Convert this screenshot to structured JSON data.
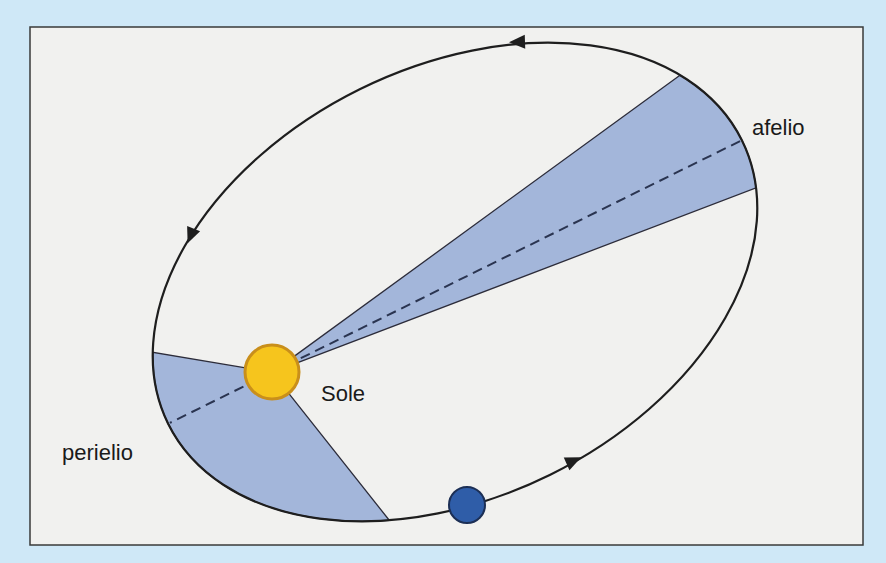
{
  "diagram": {
    "labels": [
      "afelio",
      "perielio",
      "Sole"
    ]
  }
}
